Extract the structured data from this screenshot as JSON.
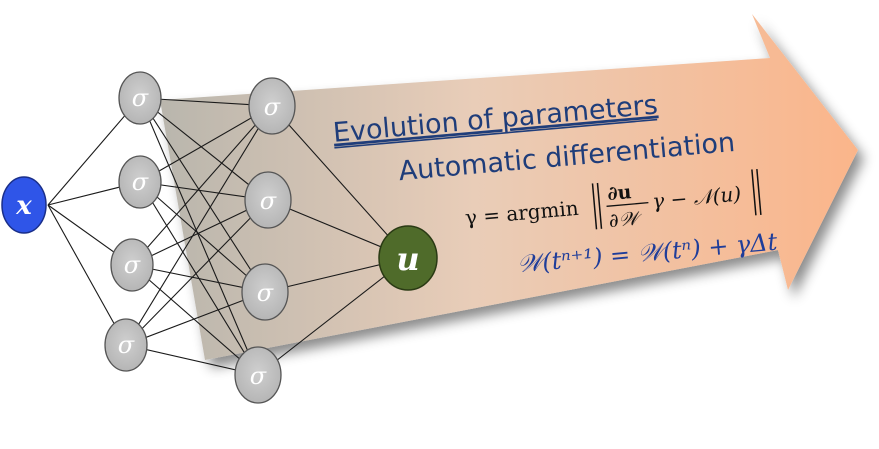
{
  "diagram": {
    "input_node": {
      "label": "x"
    },
    "hidden_layer_1": [
      "σ",
      "σ",
      "σ",
      "σ"
    ],
    "hidden_layer_2": [
      "σ",
      "σ",
      "σ",
      "σ"
    ],
    "output_node": {
      "label": "u"
    },
    "arrow": {
      "heading": "Evolution of parameters",
      "subheading": "Automatic differentiation",
      "equation_gamma": {
        "lhs": "γ = argmin",
        "numerator": "∂u",
        "denominator": "∂𝒲",
        "tail": "γ − 𝒩(u)"
      },
      "equation_update": "𝒲(tⁿ⁺¹) = 𝒲(tⁿ) + γΔt"
    }
  },
  "colors": {
    "input_fill": "#2f55e8",
    "hidden_fill": "#bdbdbd",
    "output_fill": "#4f6b2a",
    "arrow_start": "#b9b6ad",
    "arrow_end": "#fbb990",
    "title_color": "#1f3d7a"
  }
}
